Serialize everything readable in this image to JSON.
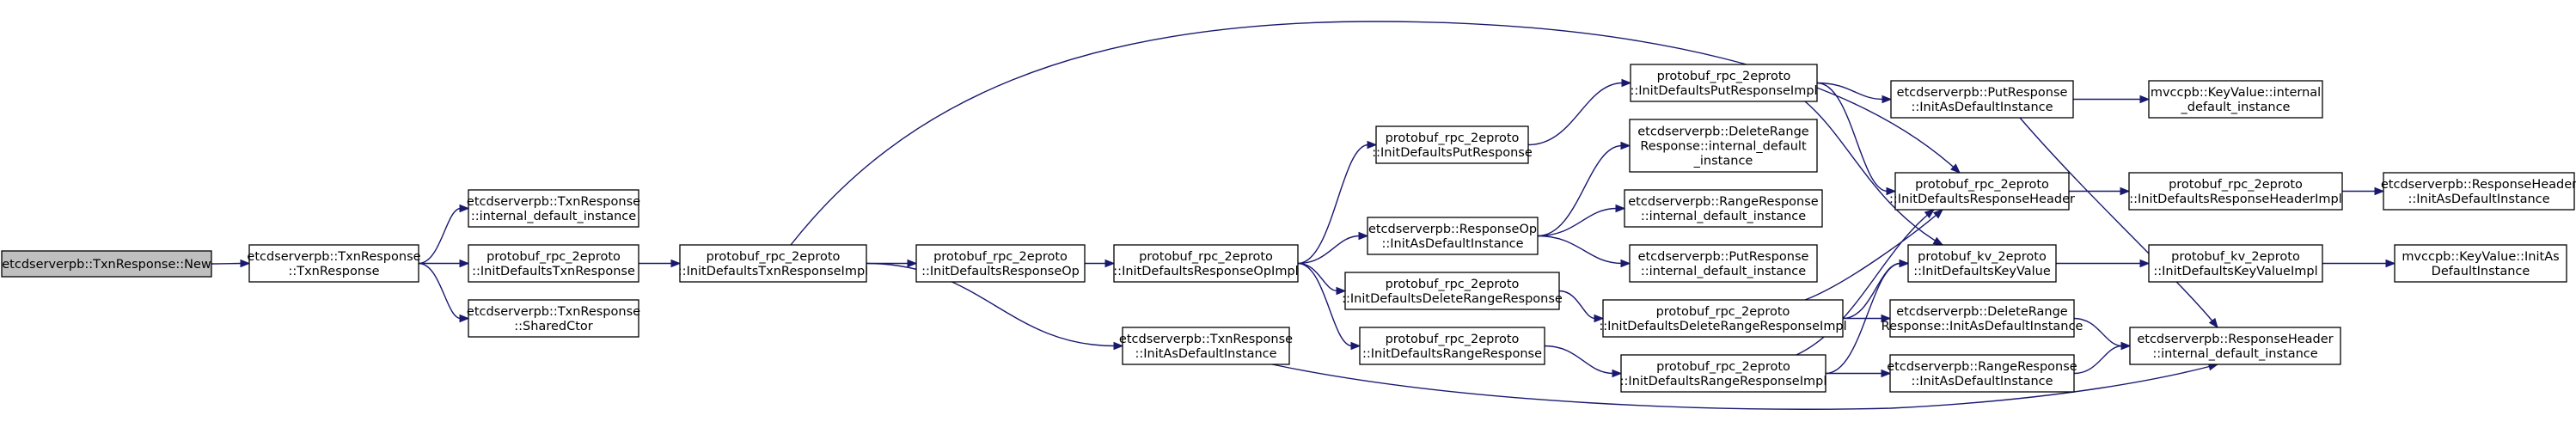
{
  "graph": {
    "nodes": [
      {
        "id": "n0",
        "lines": [
          "etcdserverpb::TxnResponse::New"
        ],
        "root": true
      },
      {
        "id": "n1",
        "lines": [
          "etcdserverpb::TxnResponse",
          "::TxnResponse"
        ]
      },
      {
        "id": "n2",
        "lines": [
          "etcdserverpb::TxnResponse",
          "::internal_default_instance"
        ]
      },
      {
        "id": "n3",
        "lines": [
          "protobuf_rpc_2eproto",
          "::InitDefaultsTxnResponse"
        ]
      },
      {
        "id": "n4",
        "lines": [
          "etcdserverpb::TxnResponse",
          "::SharedCtor"
        ]
      },
      {
        "id": "n5",
        "lines": [
          "protobuf_rpc_2eproto",
          "::InitDefaultsTxnResponseImpl"
        ]
      },
      {
        "id": "n6",
        "lines": [
          "protobuf_rpc_2eproto",
          "::InitDefaultsResponseOp"
        ]
      },
      {
        "id": "n7",
        "lines": [
          "protobuf_rpc_2eproto",
          "::InitDefaultsResponseOpImpl"
        ]
      },
      {
        "id": "n8",
        "lines": [
          "etcdserverpb::TxnResponse",
          "::InitAsDefaultInstance"
        ]
      },
      {
        "id": "n9",
        "lines": [
          "protobuf_rpc_2eproto",
          "::InitDefaultsPutResponse"
        ]
      },
      {
        "id": "n10",
        "lines": [
          "etcdserverpb::ResponseOp",
          "::InitAsDefaultInstance"
        ]
      },
      {
        "id": "n11",
        "lines": [
          "protobuf_rpc_2eproto",
          "::InitDefaultsDeleteRangeResponse"
        ]
      },
      {
        "id": "n12",
        "lines": [
          "protobuf_rpc_2eproto",
          "::InitDefaultsRangeResponse"
        ]
      },
      {
        "id": "n13",
        "lines": [
          "protobuf_rpc_2eproto",
          "::InitDefaultsPutResponseImpl"
        ]
      },
      {
        "id": "n14",
        "lines": [
          "etcdserverpb::DeleteRange",
          "Response::internal_default",
          "_instance"
        ]
      },
      {
        "id": "n15",
        "lines": [
          "etcdserverpb::RangeResponse",
          "::internal_default_instance"
        ]
      },
      {
        "id": "n16",
        "lines": [
          "etcdserverpb::PutResponse",
          "::internal_default_instance"
        ]
      },
      {
        "id": "n17",
        "lines": [
          "protobuf_rpc_2eproto",
          "::InitDefaultsDeleteRangeResponseImpl"
        ]
      },
      {
        "id": "n18",
        "lines": [
          "protobuf_rpc_2eproto",
          "::InitDefaultsRangeResponseImpl"
        ]
      },
      {
        "id": "n19",
        "lines": [
          "etcdserverpb::PutResponse",
          "::InitAsDefaultInstance"
        ]
      },
      {
        "id": "n20",
        "lines": [
          "protobuf_rpc_2eproto",
          "::InitDefaultsResponseHeader"
        ]
      },
      {
        "id": "n21",
        "lines": [
          "protobuf_kv_2eproto",
          "::InitDefaultsKeyValue"
        ]
      },
      {
        "id": "n22",
        "lines": [
          "etcdserverpb::DeleteRange",
          "Response::InitAsDefaultInstance"
        ]
      },
      {
        "id": "n23",
        "lines": [
          "etcdserverpb::RangeResponse",
          "::InitAsDefaultInstance"
        ]
      },
      {
        "id": "n24",
        "lines": [
          "mvccpb::KeyValue::internal",
          "_default_instance"
        ]
      },
      {
        "id": "n25",
        "lines": [
          "protobuf_rpc_2eproto",
          "::InitDefaultsResponseHeaderImpl"
        ]
      },
      {
        "id": "n26",
        "lines": [
          "protobuf_kv_2eproto",
          "::InitDefaultsKeyValueImpl"
        ]
      },
      {
        "id": "n27",
        "lines": [
          "etcdserverpb::ResponseHeader",
          "::internal_default_instance"
        ]
      },
      {
        "id": "n28",
        "lines": [
          "etcdserverpb::ResponseHeader",
          "::InitAsDefaultInstance"
        ]
      },
      {
        "id": "n29",
        "lines": [
          "mvccpb::KeyValue::InitAs",
          "DefaultInstance"
        ]
      }
    ],
    "edges": [
      [
        "n0",
        "n1"
      ],
      [
        "n1",
        "n2"
      ],
      [
        "n1",
        "n3"
      ],
      [
        "n1",
        "n4"
      ],
      [
        "n3",
        "n5"
      ],
      [
        "n5",
        "n6"
      ],
      [
        "n5",
        "n8"
      ],
      [
        "n5",
        "n20"
      ],
      [
        "n6",
        "n7"
      ],
      [
        "n7",
        "n9"
      ],
      [
        "n7",
        "n10"
      ],
      [
        "n7",
        "n11"
      ],
      [
        "n7",
        "n12"
      ],
      [
        "n9",
        "n13"
      ],
      [
        "n10",
        "n14"
      ],
      [
        "n10",
        "n15"
      ],
      [
        "n10",
        "n16"
      ],
      [
        "n11",
        "n17"
      ],
      [
        "n12",
        "n18"
      ],
      [
        "n8",
        "n27"
      ],
      [
        "n13",
        "n19"
      ],
      [
        "n13",
        "n20"
      ],
      [
        "n13",
        "n21"
      ],
      [
        "n17",
        "n20"
      ],
      [
        "n17",
        "n21"
      ],
      [
        "n17",
        "n22"
      ],
      [
        "n18",
        "n20"
      ],
      [
        "n18",
        "n21"
      ],
      [
        "n18",
        "n23"
      ],
      [
        "n19",
        "n24"
      ],
      [
        "n19",
        "n27"
      ],
      [
        "n20",
        "n25"
      ],
      [
        "n21",
        "n26"
      ],
      [
        "n22",
        "n27"
      ],
      [
        "n23",
        "n27"
      ],
      [
        "n25",
        "n28"
      ],
      [
        "n26",
        "n29"
      ]
    ]
  }
}
